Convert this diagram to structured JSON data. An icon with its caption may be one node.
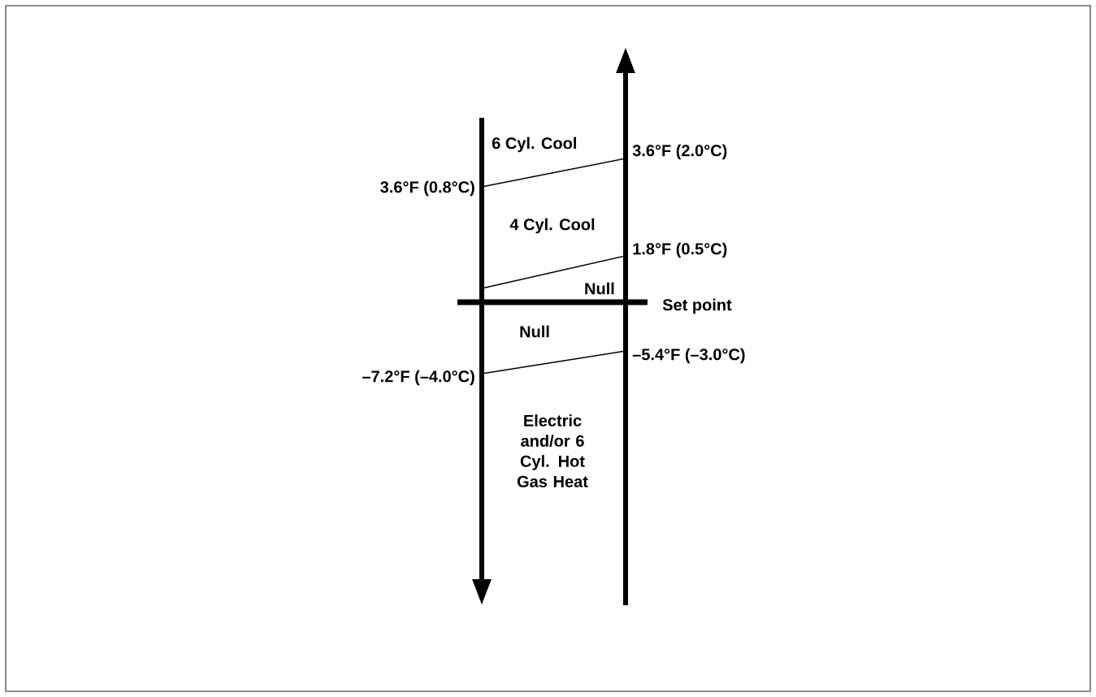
{
  "diagram": {
    "labels": [
      "6 Cyl. Cool",
      "3.6°F (2.0°C)",
      "3.6°F (0.8°C)",
      "4 Cyl. Cool",
      "1.8°F (0.5°C)",
      "Null",
      "Set point",
      "Null",
      "–5.4°F (–3.0°C)",
      "–7.2°F (–4.0°C)",
      "Electric and/or 6 Cyl. Hot Gas Heat"
    ]
  }
}
